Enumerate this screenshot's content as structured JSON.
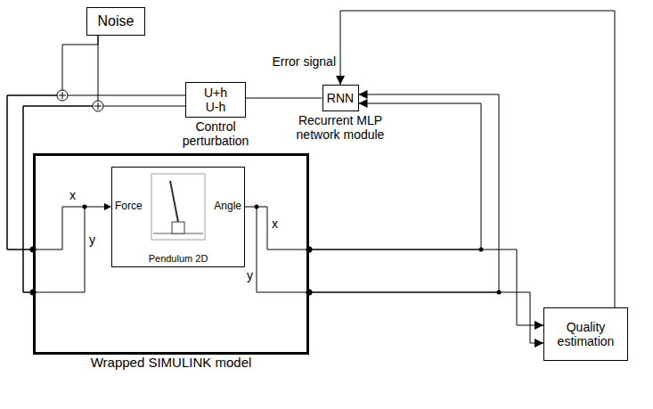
{
  "diagram": {
    "nodes": [
      {
        "text": [
          "Noise"
        ]
      },
      {
        "text": [
          "U+h",
          "U-h",
          "Control perturbation"
        ]
      },
      {
        "text": [
          "RNN",
          "Recurrent MLP network module"
        ]
      },
      {
        "text": [
          "Wrapped SIMULINK model"
        ]
      },
      {
        "text": [
          "Force",
          "Angle",
          "Pendulum 2D"
        ],
        "in": 3
      },
      {
        "text": [
          "Quality estimation"
        ]
      }
    ],
    "edges": [
      {
        "from": 0,
        "to": 3,
        "arrow": "none"
      },
      {
        "from": 0,
        "to": 3,
        "arrow": "none"
      },
      {
        "from": 1,
        "to": 3,
        "arrow": "none"
      },
      {
        "from": 1,
        "to": 3,
        "arrow": "none"
      },
      {
        "from": 2,
        "to": 1,
        "arrow": "none"
      },
      {
        "from": 3,
        "to": 2,
        "arrow": "to"
      },
      {
        "from": 3,
        "to": 2,
        "arrow": "to"
      },
      {
        "from": 3,
        "to": 5,
        "arrow": "to"
      },
      {
        "from": 3,
        "to": 5,
        "arrow": "to"
      },
      {
        "from": 5,
        "to": 2,
        "label": "Error signal",
        "arrow": "to"
      }
    ],
    "labels": [
      "x",
      "y",
      "x",
      "y"
    ]
  }
}
